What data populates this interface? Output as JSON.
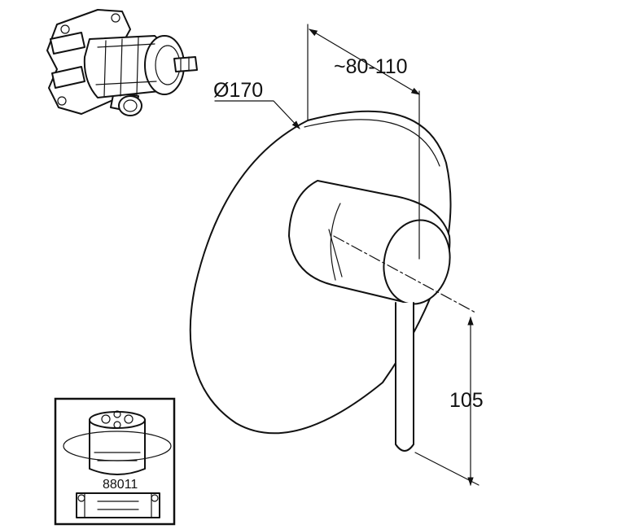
{
  "dimensions": {
    "diameter": "Ø170",
    "projection": "~80-110",
    "height": "105"
  },
  "inset": {
    "part_number": "88011"
  }
}
